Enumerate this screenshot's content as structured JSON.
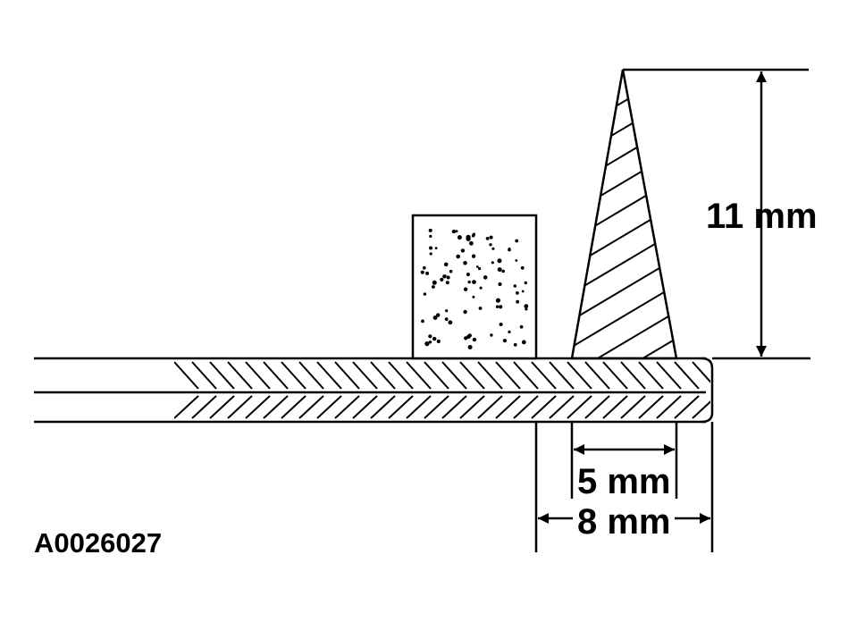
{
  "diagram": {
    "dimensions": {
      "height": "11 mm",
      "inner_width": "5 mm",
      "outer_width": "8 mm"
    },
    "figure_code": "A0026027",
    "colors": {
      "ink": "#000000",
      "background": "#ffffff"
    }
  }
}
